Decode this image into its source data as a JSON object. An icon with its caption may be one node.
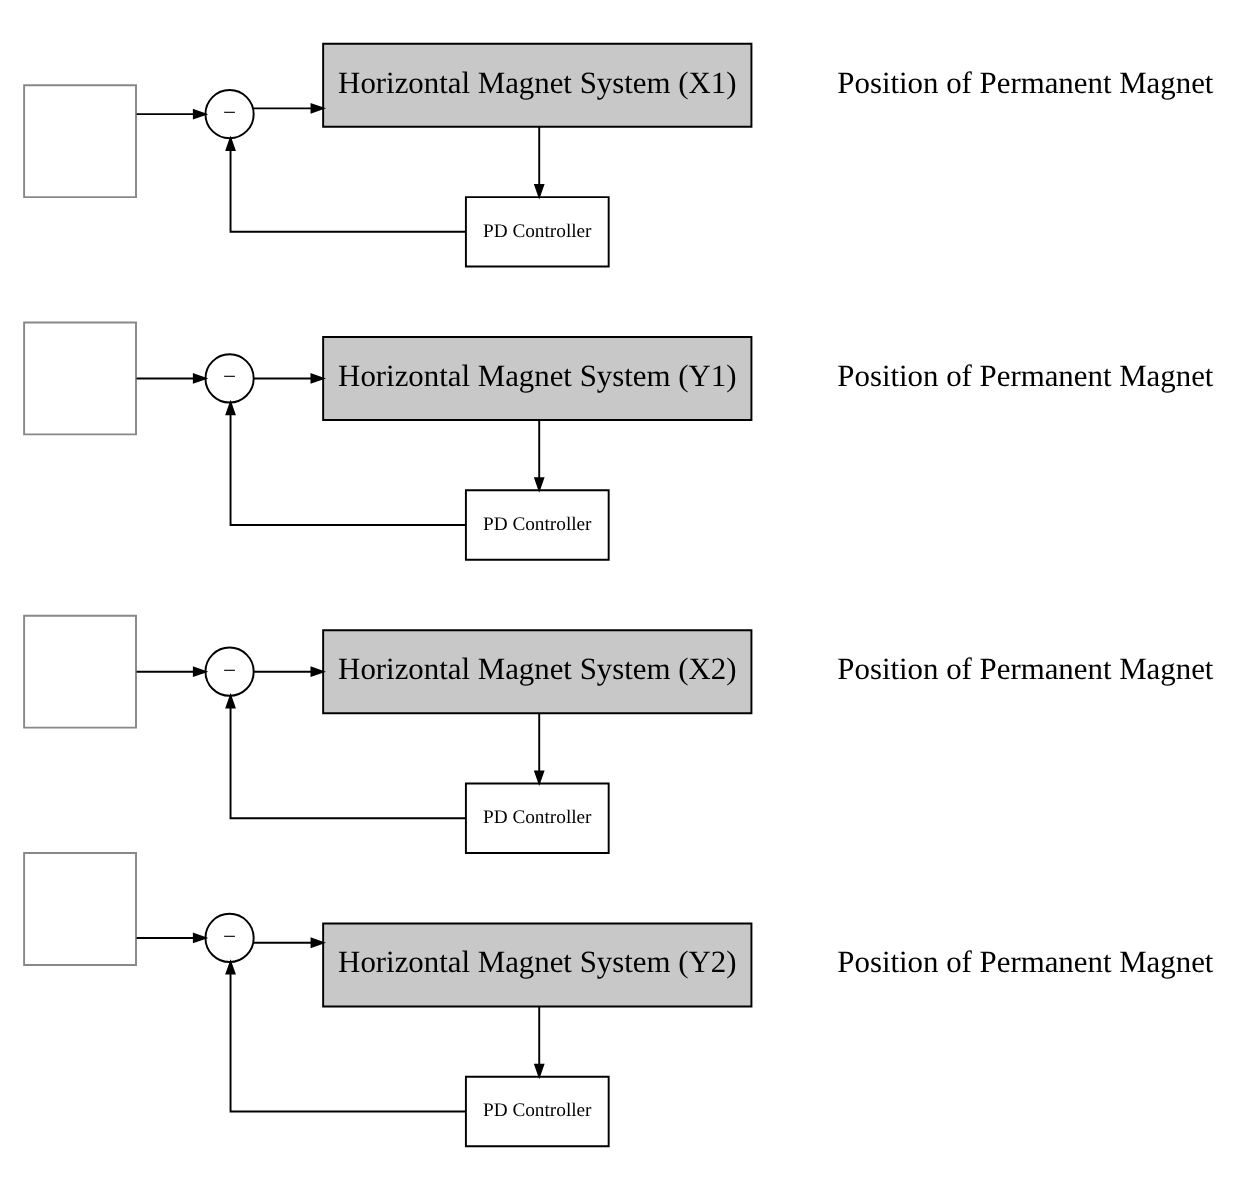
{
  "diagram": {
    "nodes": [
      {
        "text": [],
        "shape": "box"
      },
      {
        "text": [
          "−"
        ]
      },
      {
        "text": [
          "Horizontal Magnet System (X1)"
        ],
        "beside": [
          "Position of Permanent Magnet"
        ]
      },
      {
        "text": [
          "PD Controller"
        ]
      },
      {
        "text": [],
        "shape": "box"
      },
      {
        "text": [
          "−"
        ]
      },
      {
        "text": [
          "Horizontal Magnet System (Y1)"
        ],
        "beside": [
          "Position of Permanent Magnet"
        ]
      },
      {
        "text": [
          "PD Controller"
        ]
      },
      {
        "text": [],
        "shape": "box"
      },
      {
        "text": [
          "−"
        ]
      },
      {
        "text": [
          "Horizontal Magnet System (X2)"
        ],
        "beside": [
          "Position of Permanent Magnet"
        ]
      },
      {
        "text": [
          "PD Controller"
        ]
      },
      {
        "text": [],
        "shape": "box"
      },
      {
        "text": [
          "−"
        ]
      },
      {
        "text": [
          "Horizontal Magnet System (Y2)"
        ],
        "beside": [
          "Position of Permanent Magnet"
        ]
      },
      {
        "text": [
          "PD Controller"
        ]
      }
    ],
    "edges": [
      {
        "from": 0,
        "to": 1,
        "arrow": "to"
      },
      {
        "from": 1,
        "to": 2,
        "arrow": "to"
      },
      {
        "from": 2,
        "to": 3,
        "arrow": "to"
      },
      {
        "from": 3,
        "to": 1,
        "arrow": "to"
      },
      {
        "from": 4,
        "to": 5,
        "arrow": "to"
      },
      {
        "from": 5,
        "to": 6,
        "arrow": "to"
      },
      {
        "from": 6,
        "to": 7,
        "arrow": "to"
      },
      {
        "from": 7,
        "to": 5,
        "arrow": "to"
      },
      {
        "from": 8,
        "to": 9,
        "arrow": "to"
      },
      {
        "from": 9,
        "to": 10,
        "arrow": "to"
      },
      {
        "from": 10,
        "to": 11,
        "arrow": "to"
      },
      {
        "from": 11,
        "to": 9,
        "arrow": "to"
      },
      {
        "from": 12,
        "to": 13,
        "arrow": "to"
      },
      {
        "from": 13,
        "to": 14,
        "arrow": "to"
      },
      {
        "from": 14,
        "to": 15,
        "arrow": "to"
      },
      {
        "from": 15,
        "to": 13,
        "arrow": "to"
      }
    ]
  }
}
